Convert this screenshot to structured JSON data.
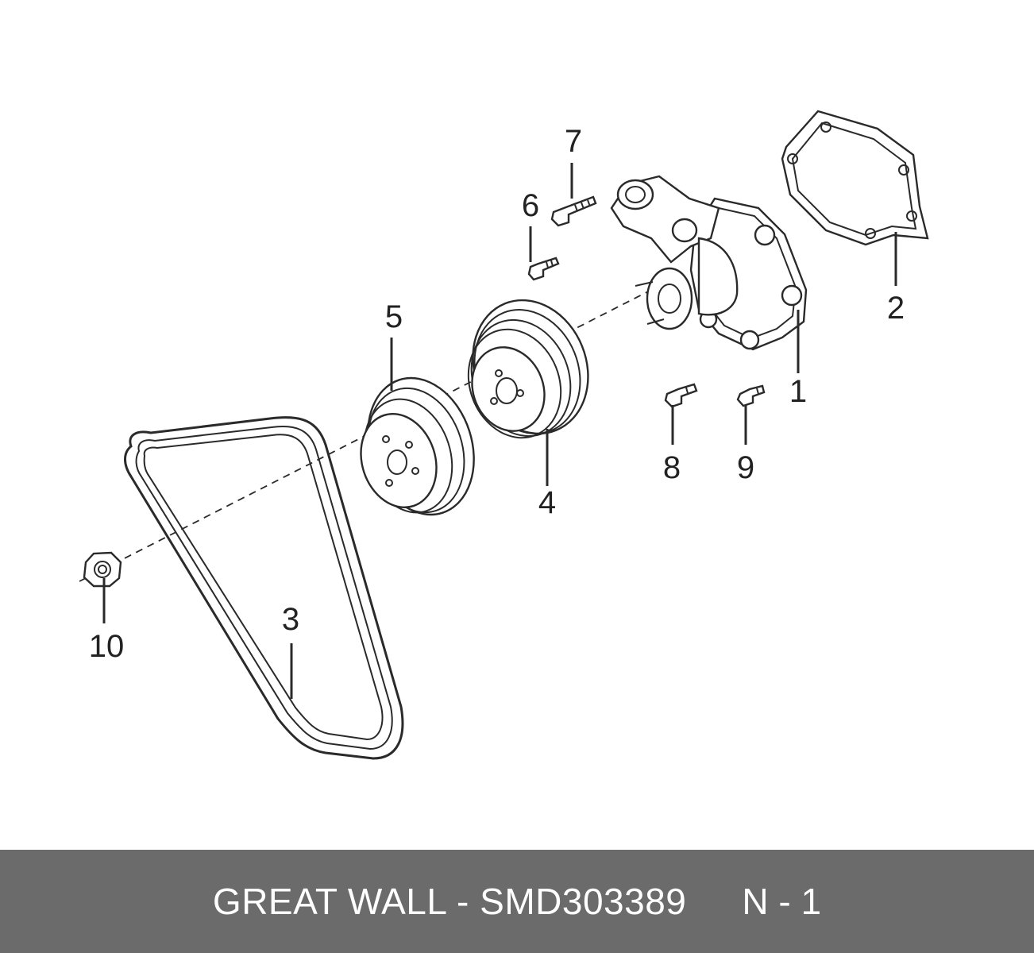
{
  "callouts": {
    "c1": "1",
    "c2": "2",
    "c3": "3",
    "c4": "4",
    "c5": "5",
    "c6": "6",
    "c7": "7",
    "c8": "8",
    "c9": "9",
    "c10": "10"
  },
  "footer": {
    "brand_part": "GREAT WALL - SMD303389",
    "page": "N - 1",
    "background": "#6b6b6b"
  }
}
